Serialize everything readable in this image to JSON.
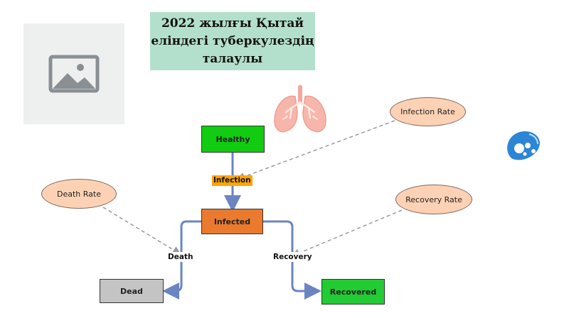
{
  "title": "2022 жылғы Қытай\nеліндегі  туберкулездің\nталаулы",
  "nodes": {
    "healthy": "Healthy",
    "infected": "Infected",
    "dead": "Dead",
    "recovered": "Recovered"
  },
  "parameters": {
    "infection_rate": "Infection Rate",
    "death_rate": "Death Rate",
    "recovery_rate": "Recovery Rate"
  },
  "flows": {
    "infection": "Infection",
    "death": "Death",
    "recovery": "Recovery"
  },
  "colors": {
    "healthy": "#11cc11",
    "infected": "#ea7a2e",
    "dead": "#c4c4c4",
    "recovered": "#22cc33",
    "arrow": "#6a85c2",
    "ellipse": "#fdd2b4",
    "title_bg": "#b3e0cc",
    "infection_label_bg": "#ffa500"
  },
  "icons": [
    "image-placeholder-icon",
    "lungs-icon",
    "bacteria-icon"
  ]
}
